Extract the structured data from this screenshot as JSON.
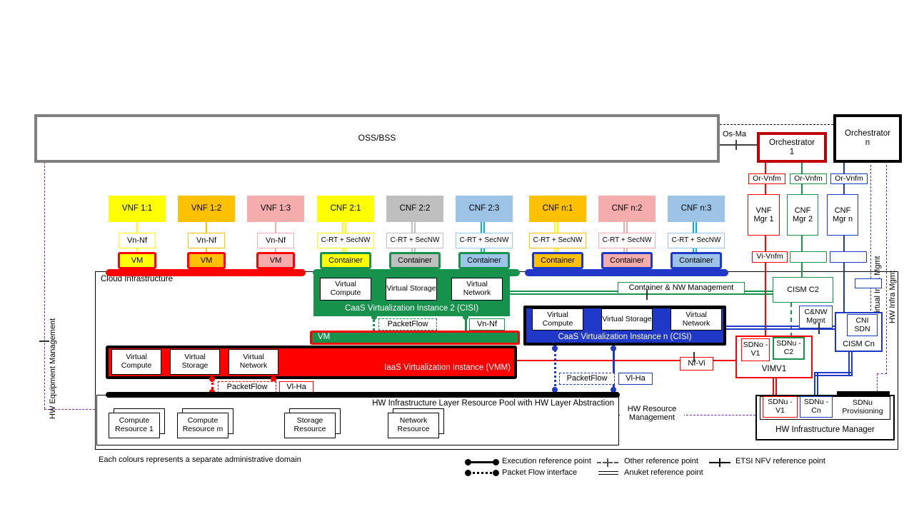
{
  "palette": {
    "yellow": "#FFFF00",
    "orange": "#FFC000",
    "pink": "#F5ACAC",
    "gray": "#BFBFBF",
    "light_blue": "#9DC3E6",
    "green": "#17924D",
    "red": "#FF0000",
    "dark_red": "#C00000",
    "blue": "#2038C8",
    "cyan": "#00B0F0",
    "purple": "#7030A0",
    "oss_border_gray": "#7F7F7F"
  },
  "oss": {
    "label": "OSS/BSS"
  },
  "os_ma": {
    "label": "Os-Ma"
  },
  "orchestrators": {
    "o1_line1": "Orchestrator",
    "o1_line2": "1",
    "on_line1": "Orchestrator",
    "on_line2": "n"
  },
  "side_rails": {
    "left": "HW Equipment Management",
    "virtual_infra": "Virtual Infra Mgmt",
    "hw_infra": "HW Infra Mgmt"
  },
  "nfs": [
    {
      "label": "VNF 1:1",
      "connector": "Vn-Nf",
      "unit": "VM"
    },
    {
      "label": "VNF 1:2",
      "connector": "Vn-Nf",
      "unit": "VM"
    },
    {
      "label": "VNF 1:3",
      "connector": "Vn-Nf",
      "unit": "VM"
    },
    {
      "label": "CNF 2:1",
      "connector": "C-RT + SecNW",
      "unit": "Container"
    },
    {
      "label": "CNF 2:2",
      "connector": "C-RT + SecNW",
      "unit": "Container"
    },
    {
      "label": "CNF 2:3",
      "connector": "C-RT + SecNW",
      "unit": "Container"
    },
    {
      "label": "CNF n:1",
      "connector": "C-RT + SecNW",
      "unit": "Container"
    },
    {
      "label": "CNF n:2",
      "connector": "C-RT + SecNW",
      "unit": "Container"
    },
    {
      "label": "CNF n:3",
      "connector": "C-RT + SecNW",
      "unit": "Container"
    }
  ],
  "cloud": {
    "label": "Cloud Infrastructure"
  },
  "caas2": {
    "title": "CaaS Virtualization Instance 2 (CISI)",
    "compute": "Virtual Compute",
    "storage": "Virtual Storage",
    "network": "Virtual Network",
    "packetflow": "PacketFlow",
    "vn_nf": "Vn-Nf"
  },
  "vm_bar": {
    "label": "VM"
  },
  "iaas": {
    "title": "IaaS Virtualization Instance (VMM)",
    "compute": "Virtual Compute",
    "storage": "Virtual Storage",
    "network": "Virtual Network",
    "packetflow": "PacketFlow",
    "vl_ha": "Vl-Ha"
  },
  "caasn": {
    "title": "CaaS Virtualization Instance n (CISI)",
    "compute": "Virtual Compute",
    "storage": "Virtual Storage",
    "network": "Virtual Network",
    "packetflow": "PacketFlow",
    "vl_ha": "Vl-Ha"
  },
  "hw_pool": {
    "title": "HW Infrastructure Layer Resource Pool with HW Layer Abstraction",
    "resources": [
      "Compute Resource 1",
      "Compute Resource m",
      "Storage Resource",
      "Network Resource"
    ]
  },
  "mgmt": {
    "or_vnfm": "Or-Vnfm",
    "vnf_mgr1": "VNF Mgr 1",
    "cnf_mgr2": "CNF Mgr 2",
    "cnf_mgrn": "CNF Mgr n",
    "vi_vnfm": "Vi-Vnfm",
    "container_nw": "Container & NW Management",
    "cism_c2": "CISM C2",
    "cnw_mgmt": "C&NW Mgmt",
    "cism_cn": "CISM Cn",
    "cni_sdn": "CNI SDN",
    "sdno_v1": "SDNo -V1",
    "sdnu_c2": "SDNu -C2",
    "vim": "VIMV1",
    "nf_vi": "Nf-Vi"
  },
  "hw_im": {
    "title": "HW Infrastructure Manager",
    "sdnu_v1": "SDNu -V1",
    "sdnu_cn": "SDNu -Cn",
    "sdnu_prov": "SDNu Provisioning",
    "hw_resource_l1": "HW Resource",
    "hw_resource_l2": "Management"
  },
  "footer": {
    "note": "Each colours represents a separate administrative domain"
  },
  "legend": {
    "execution": "Execution reference point",
    "packet_flow": "Packet Flow interface",
    "other": "Other reference point",
    "anuket": "Anuket reference point",
    "etsi": "ETSI NFV reference point"
  }
}
